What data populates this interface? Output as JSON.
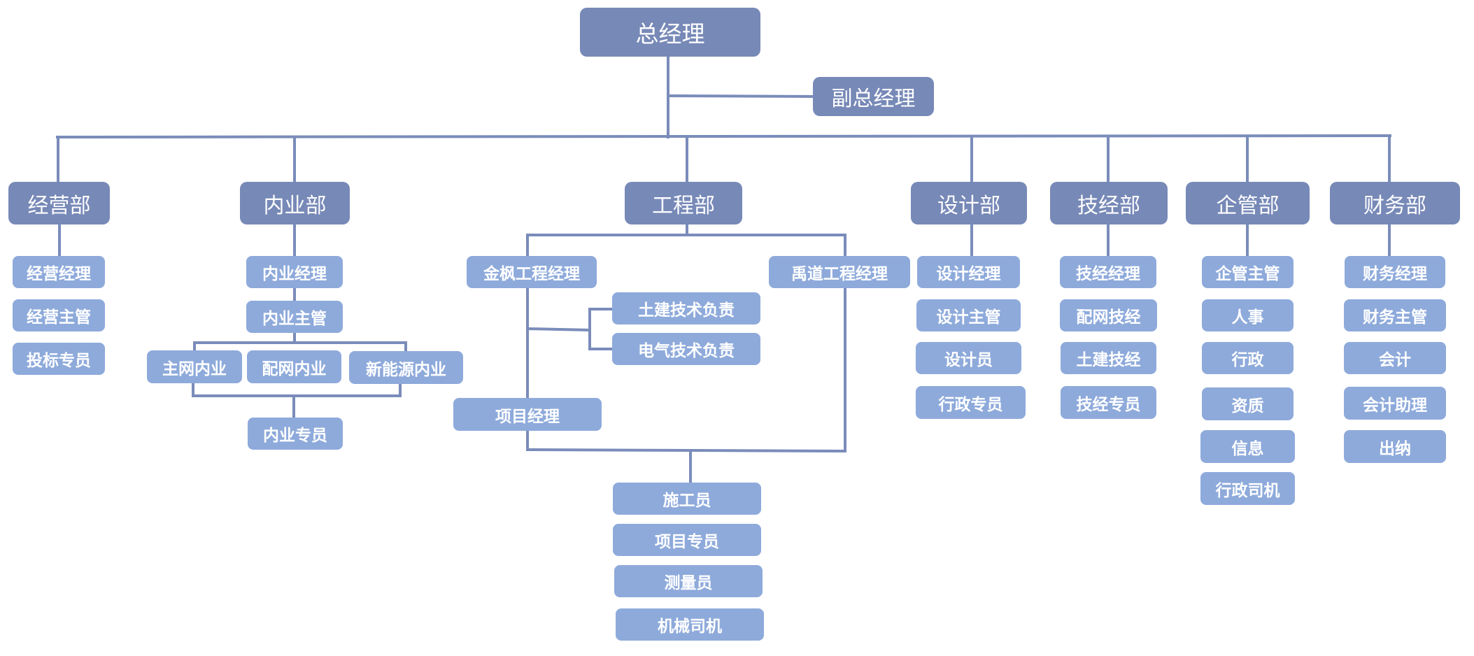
{
  "colors": {
    "dept_box": "#7789b7",
    "role_box": "#8eaadb",
    "line": "#7a8cba",
    "text": "#ffffff"
  },
  "chart_title": "",
  "root": {
    "label": "总经理"
  },
  "deputy": {
    "label": "副总经理"
  },
  "departments": [
    {
      "id": "jingying",
      "label": "经营部",
      "roles": [
        "经营经理",
        "经营主管",
        "投标专员"
      ]
    },
    {
      "id": "neiye",
      "label": "内业部",
      "roles": [
        "内业经理",
        "内业主管"
      ],
      "sub_units": [
        "主网内业",
        "配网内业",
        "新能源内业"
      ],
      "specialist": "内业专员"
    },
    {
      "id": "gongcheng",
      "label": "工程部",
      "project_managers": [
        "金枫工程经理",
        "禹道工程经理"
      ],
      "tech_leads": [
        "土建技术负责",
        "电气技术负责"
      ],
      "project_manager": "项目经理",
      "staff": [
        "施工员",
        "项目专员",
        "测量员",
        "机械司机"
      ]
    },
    {
      "id": "sheji",
      "label": "设计部",
      "roles": [
        "设计经理",
        "设计主管",
        "设计员",
        "行政专员"
      ]
    },
    {
      "id": "jijing",
      "label": "技经部",
      "roles": [
        "技经经理",
        "配网技经",
        "土建技经",
        "技经专员"
      ]
    },
    {
      "id": "qiguan",
      "label": "企管部",
      "roles": [
        "企管主管",
        "人事",
        "行政",
        "资质",
        "信息",
        "行政司机"
      ]
    },
    {
      "id": "caiwu",
      "label": "财务部",
      "roles": [
        "财务经理",
        "财务主管",
        "会计",
        "会计助理",
        "出纳"
      ]
    }
  ]
}
